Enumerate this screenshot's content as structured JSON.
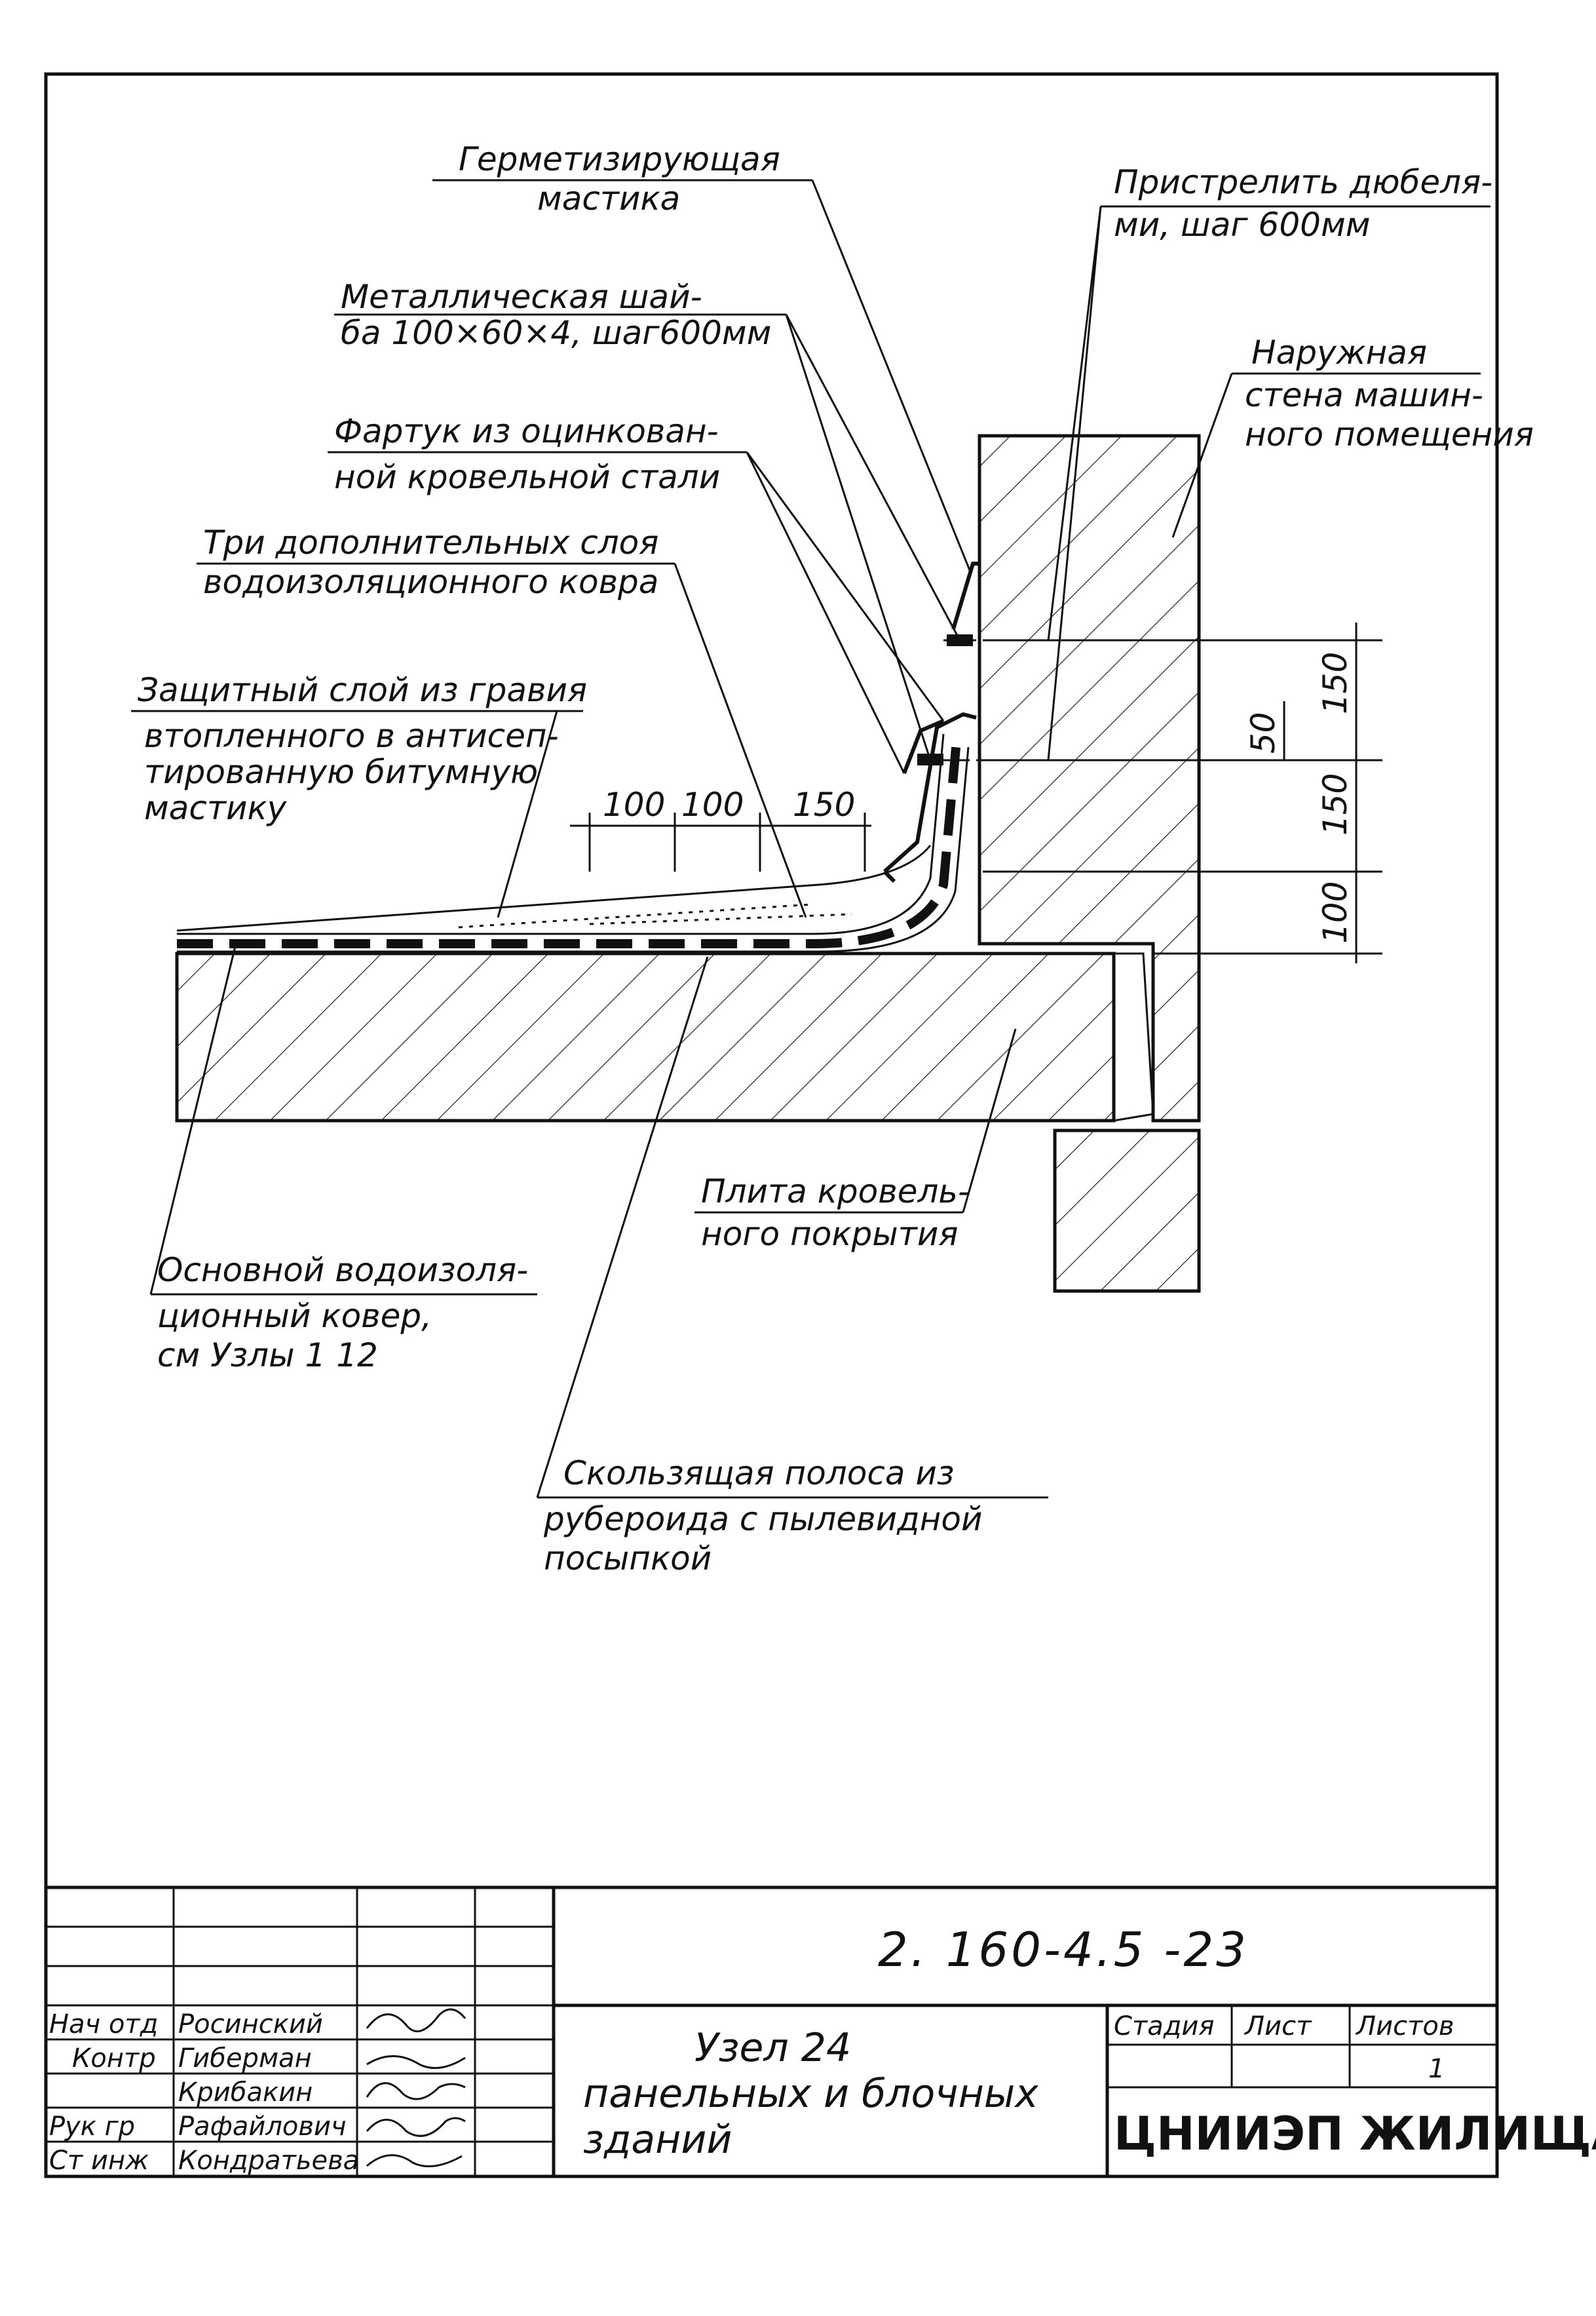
{
  "labels": {
    "sealing_mastic": [
      "Герметизирующая",
      "мастика"
    ],
    "dowel_fix": [
      "Пристрелить дюбеля-",
      "ми, шаг 600мм"
    ],
    "metal_washer": [
      "Металлическая шай-",
      "ба 100×60×4, шаг600мм"
    ],
    "outer_wall": [
      "Наружная",
      "стена машин-",
      "ного помещения"
    ],
    "apron": [
      "Фартук из оцинкован-",
      "ной кровельной стали"
    ],
    "extra_layers": [
      "Три дополнительных слоя",
      "водоизоляционного ковра"
    ],
    "gravel_layer": [
      "Защитный слой из гравия",
      "втопленного в антисеп-",
      "тированную битумную",
      "мастику"
    ],
    "roof_slab": [
      "Плита кровель-",
      "ного покрытия"
    ],
    "main_carpet": [
      "Основной водоизоля-",
      "ционный ковер,",
      "см Узлы 1  12"
    ],
    "sliding_strip": [
      "Скользящая полоса из",
      "рубероида с пылевидной",
      "посыпкой"
    ]
  },
  "dimensions": {
    "horizontal": [
      "100",
      "100",
      "150"
    ],
    "vertical": [
      "150",
      "50",
      "150",
      "100"
    ]
  },
  "title_block": {
    "code": "2. 160-4.5 -23",
    "title_lines": [
      "Узел 24",
      "панельных и блочных",
      "зданий"
    ],
    "stage_header": "Стадия",
    "sheet_header": "Лист",
    "sheets_header": "Листов",
    "sheets_value": "1",
    "org": "ЦНИИЭП ЖИЛИЩА",
    "roles": [
      "Нач отд",
      "Контр",
      "",
      "Рук гр",
      "Ст инж"
    ],
    "names": [
      "Росинский",
      "Гиберман",
      "Крибакин",
      "Рафайлович",
      "Кондратьева"
    ]
  }
}
